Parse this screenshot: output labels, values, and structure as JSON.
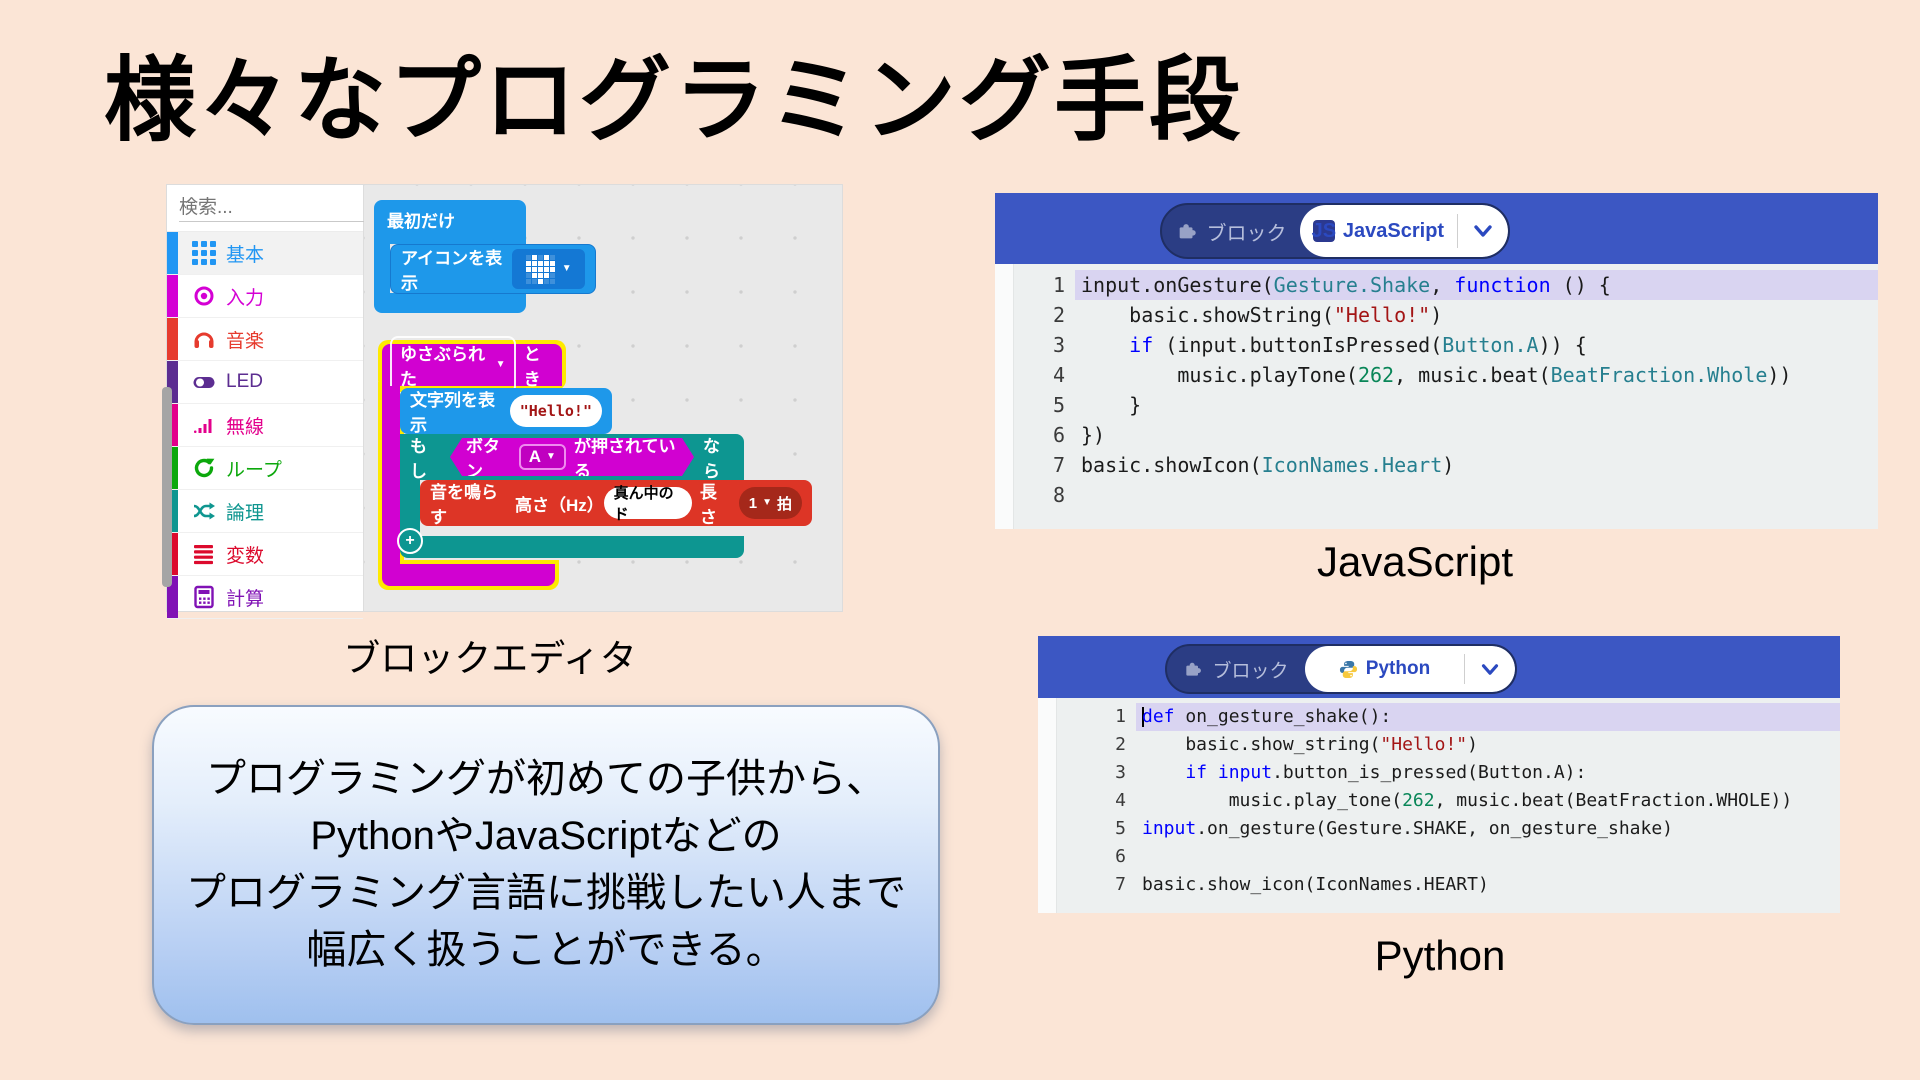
{
  "slide": {
    "title": "様々なプログラミング手段",
    "background": "#fbe5d6"
  },
  "colors": {
    "header_blue": "#3c57c3",
    "pill_dark": "#2b3d84",
    "accent_link_blue": "#2b49c0",
    "block_blue": "#1e98ea",
    "block_magenta": "#d101d1",
    "block_teal": "#0d9691",
    "block_red": "#dd3526",
    "selection_outline_yellow": "#ffe900",
    "code_highlight": "#d9d4f1",
    "keyword": "#0000ff",
    "type": "#267f8f",
    "string": "#a31515",
    "number": "#098658"
  },
  "block_editor": {
    "caption": "ブロックエディタ",
    "search": {
      "placeholder": "検索..."
    },
    "categories": [
      {
        "label": "基本",
        "color": "#2196f3",
        "icon": "grid-icon",
        "selected": true
      },
      {
        "label": "入力",
        "color": "#d400d4",
        "icon": "target-icon",
        "selected": false
      },
      {
        "label": "音楽",
        "color": "#e63b2e",
        "icon": "headphones-icon",
        "selected": false
      },
      {
        "label": "LED",
        "color": "#5c2d91",
        "icon": "toggle-icon",
        "selected": false
      },
      {
        "label": "無線",
        "color": "#e3008c",
        "icon": "signal-icon",
        "selected": false
      },
      {
        "label": "ループ",
        "color": "#0ca80c",
        "icon": "loop-icon",
        "selected": false
      },
      {
        "label": "論理",
        "color": "#0f9690",
        "icon": "shuffle-icon",
        "selected": false
      },
      {
        "label": "変数",
        "color": "#dc0a2d",
        "icon": "menu-lines-icon",
        "selected": false
      },
      {
        "label": "計算",
        "color": "#8012b5",
        "icon": "calculator-icon",
        "selected": false
      }
    ],
    "workspace": {
      "on_start": {
        "label": "最初だけ",
        "show_icon": {
          "label": "アイコンを表示",
          "arrow": "▼",
          "heart_pattern": [
            "01010",
            "11111",
            "11111",
            "01110",
            "00100"
          ]
        }
      },
      "on_shake": {
        "event": "ゆさぶられた",
        "arrow": "▼",
        "suffix": "とき",
        "show_string": {
          "label": "文字列を表示",
          "value": "\"Hello!\""
        },
        "if_block": {
          "if": "もし",
          "then": "なら",
          "condition": {
            "button": "ボタン",
            "value": "A",
            "arrow": "▼",
            "pressed": "が押されている"
          }
        },
        "play_tone": {
          "label": "音を鳴らす",
          "pitch": "高さ（Hz）",
          "note": "真ん中のド",
          "length": "長さ",
          "beats": "1",
          "arrow": "▼",
          "unit": "拍"
        },
        "plus": "+"
      }
    }
  },
  "js_panel": {
    "caption": "JavaScript",
    "toggle": {
      "blocks": "ブロック",
      "lang": "JavaScript",
      "badge": "JS"
    },
    "code": [
      {
        "num": "1",
        "hl": true,
        "toks": [
          [
            "d",
            "input.onGesture("
          ],
          [
            "t",
            "Gesture.Shake"
          ],
          [
            "d",
            ", "
          ],
          [
            "k",
            "function"
          ],
          [
            "d",
            " () {"
          ]
        ]
      },
      {
        "num": "2",
        "hl": false,
        "toks": [
          [
            "d",
            "    basic.showString("
          ],
          [
            "s",
            "\"Hello!\""
          ],
          [
            "d",
            ")"
          ]
        ]
      },
      {
        "num": "3",
        "hl": false,
        "toks": [
          [
            "d",
            "    "
          ],
          [
            "k",
            "if"
          ],
          [
            "d",
            " (input.buttonIsPressed("
          ],
          [
            "t",
            "Button.A"
          ],
          [
            "d",
            ")) {"
          ]
        ]
      },
      {
        "num": "4",
        "hl": false,
        "toks": [
          [
            "d",
            "        music.playTone("
          ],
          [
            "n",
            "262"
          ],
          [
            "d",
            ", music.beat("
          ],
          [
            "t",
            "BeatFraction.Whole"
          ],
          [
            "d",
            "))"
          ]
        ]
      },
      {
        "num": "5",
        "hl": false,
        "toks": [
          [
            "d",
            "    }"
          ]
        ]
      },
      {
        "num": "6",
        "hl": false,
        "toks": [
          [
            "d",
            "})"
          ]
        ]
      },
      {
        "num": "7",
        "hl": false,
        "toks": [
          [
            "d",
            "basic.showIcon("
          ],
          [
            "t",
            "IconNames.Heart"
          ],
          [
            "d",
            ")"
          ]
        ]
      },
      {
        "num": "8",
        "hl": false,
        "toks": []
      }
    ]
  },
  "py_panel": {
    "caption": "Python",
    "toggle": {
      "blocks": "ブロック",
      "lang": "Python"
    },
    "code": [
      {
        "num": "1",
        "hl": true,
        "cursor": true,
        "toks": [
          [
            "k",
            "def"
          ],
          [
            "d",
            " on_gesture_shake():"
          ]
        ]
      },
      {
        "num": "2",
        "hl": false,
        "toks": [
          [
            "d",
            "    basic.show_string("
          ],
          [
            "s",
            "\"Hello!\""
          ],
          [
            "d",
            ")"
          ]
        ]
      },
      {
        "num": "3",
        "hl": false,
        "toks": [
          [
            "d",
            "    "
          ],
          [
            "k",
            "if"
          ],
          [
            "d",
            " "
          ],
          [
            "k",
            "input"
          ],
          [
            "d",
            ".button_is_pressed(Button.A):"
          ]
        ]
      },
      {
        "num": "4",
        "hl": false,
        "toks": [
          [
            "d",
            "        music.play_tone("
          ],
          [
            "n",
            "262"
          ],
          [
            "d",
            ", music.beat(BeatFraction.WHOLE))"
          ]
        ]
      },
      {
        "num": "5",
        "hl": false,
        "toks": [
          [
            "k",
            "input"
          ],
          [
            "d",
            ".on_gesture(Gesture.SHAKE, on_gesture_shake)"
          ]
        ]
      },
      {
        "num": "6",
        "hl": false,
        "toks": []
      },
      {
        "num": "7",
        "hl": false,
        "toks": [
          [
            "d",
            "basic.show_icon(IconNames.HEART)"
          ]
        ]
      }
    ]
  },
  "callout": {
    "lines": [
      "プログラミングが初めての子供から、",
      "PythonやJavaScriptなどの",
      "プログラミング言語に挑戦したい人まで",
      "幅広く扱うことができる。"
    ]
  }
}
